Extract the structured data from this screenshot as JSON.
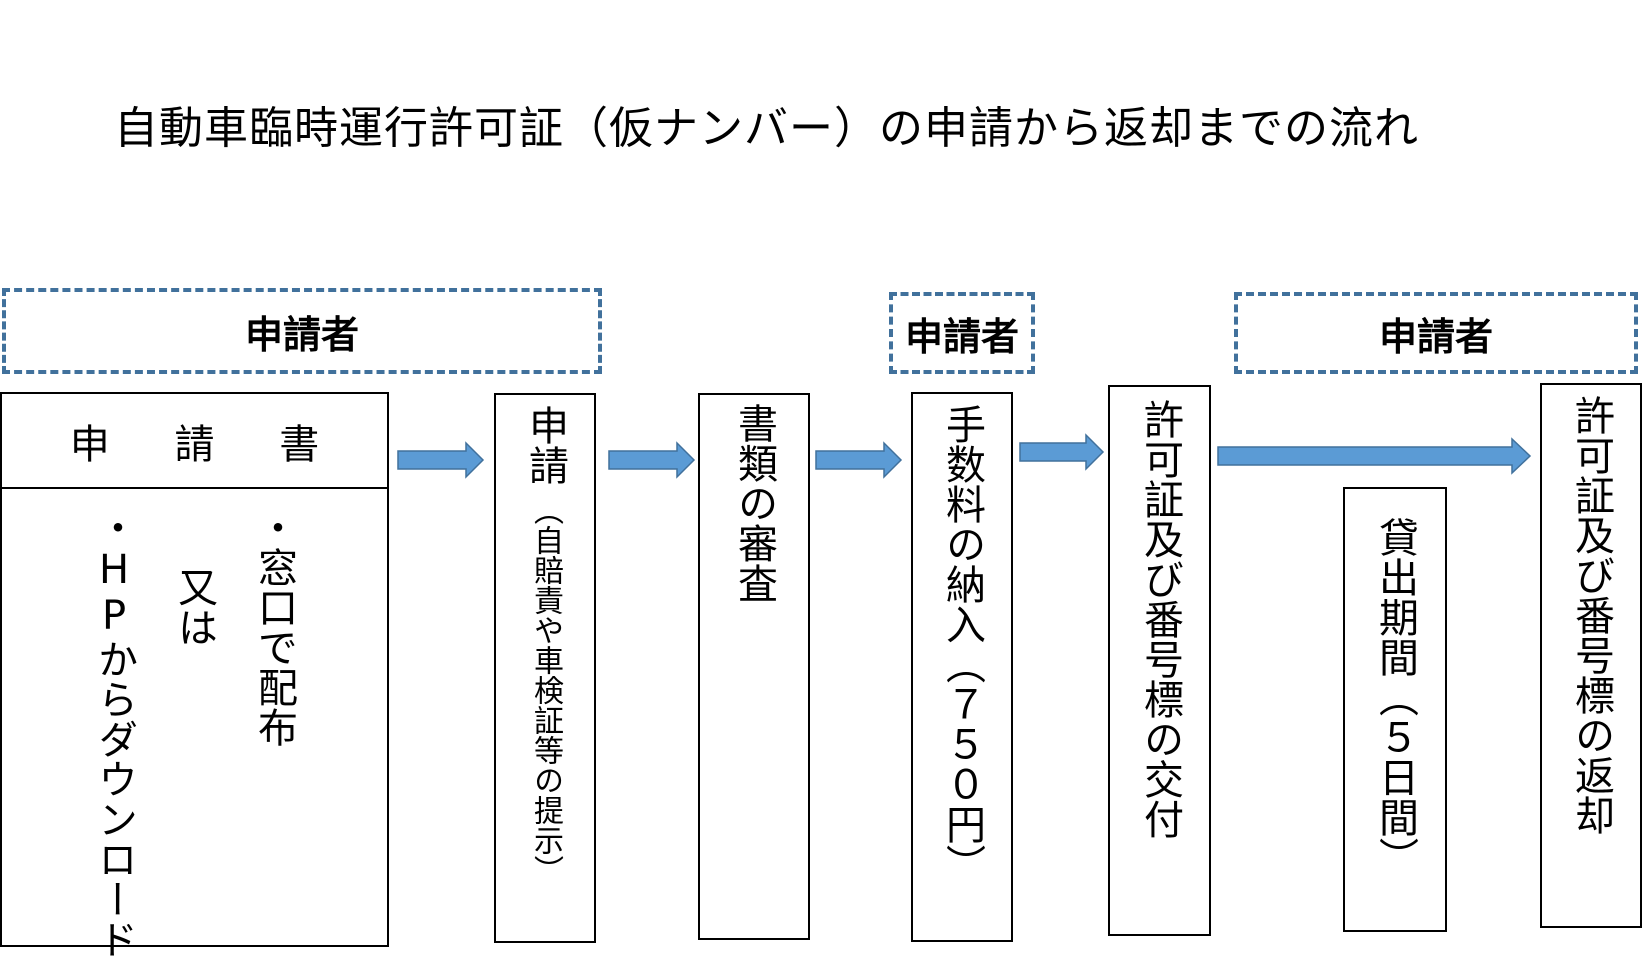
{
  "title": "自動車臨時運行許可証（仮ナンバー）の申請から返却までの流れ",
  "actors": {
    "a1": "申請者",
    "a2": "申請者",
    "a3": "申請者"
  },
  "steps": {
    "form_title": "申 請 書",
    "form_line1": "・窓口で配布",
    "form_line2": "又は",
    "form_line3": "・HPからダウンロード",
    "apply_main": "申請",
    "apply_sub": "（自賠責や車検証等の提示）",
    "review": "書類の審査",
    "fee": "手数料の納入（７５０円）",
    "issue": "許可証及び番号標の交付",
    "loan": "貸出期間（５日間）",
    "return": "許可証及び番号標の返却"
  },
  "colors": {
    "arrow": "#5b9bd5",
    "arrow_edge": "#41719c",
    "dash": "#41719c"
  }
}
